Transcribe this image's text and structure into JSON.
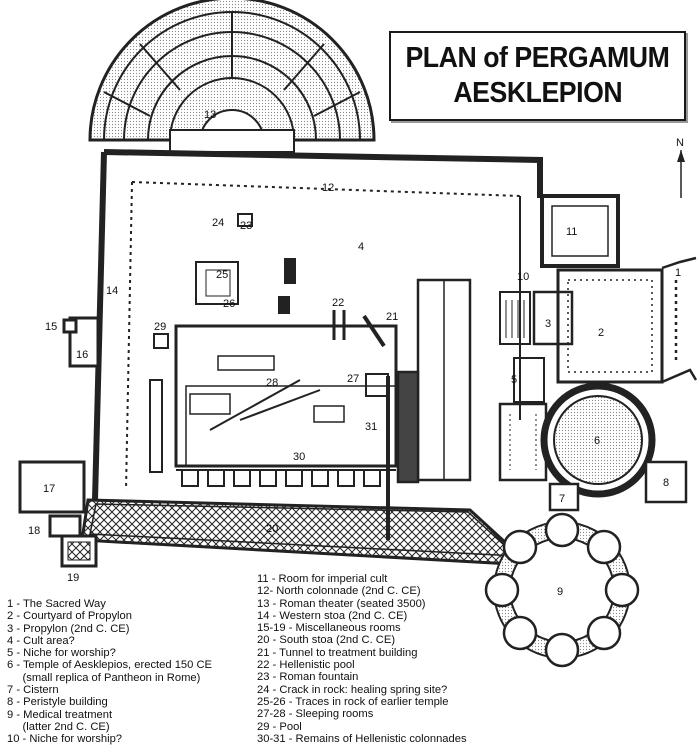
{
  "title": {
    "line1": "PLAN of PERGAMUM",
    "line2": "AESKLEPION"
  },
  "compass": {
    "label": "N"
  },
  "map_labels": [
    "1",
    "2",
    "3",
    "4",
    "5",
    "6",
    "7",
    "8",
    "9",
    "10",
    "11",
    "12",
    "13",
    "14",
    "15",
    "16",
    "17",
    "18",
    "19",
    "20",
    "21",
    "22",
    "23",
    "24",
    "25",
    "26",
    "27",
    "28",
    "29",
    "30",
    "31"
  ],
  "legend": {
    "left": [
      "1 - The Sacred Way",
      "2 - Courtyard of Propylon",
      "3 - Propylon (2nd C. CE)",
      "4 - Cult area?",
      "5 - Niche for worship?",
      "6 - Temple of Aesklepios, erected 150 CE",
      "     (small replica of Pantheon in Rome)",
      "7 - Cistern",
      "8 - Peristyle building",
      "9 - Medical treatment",
      "     (latter 2nd C. CE)",
      "10 - Niche for worship?"
    ],
    "right": [
      "11 - Room for imperial cult",
      "12- North colonnade (2nd C. CE)",
      "13 - Roman theater (seated 3500)",
      "14 - Western stoa (2nd C. CE)",
      "15-19 - Miscellaneous rooms",
      "20 - South stoa (2nd C. CE)",
      "21 - Tunnel to treatment building",
      "22 - Hellenistic pool",
      "23 - Roman fountain",
      "24 - Crack in rock: healing spring site?",
      "25-26 - Traces in rock of earlier temple",
      "27-28 - Sleeping rooms",
      "29 - Pool",
      "30-31 - Remains of Hellenistic colonnades"
    ]
  }
}
